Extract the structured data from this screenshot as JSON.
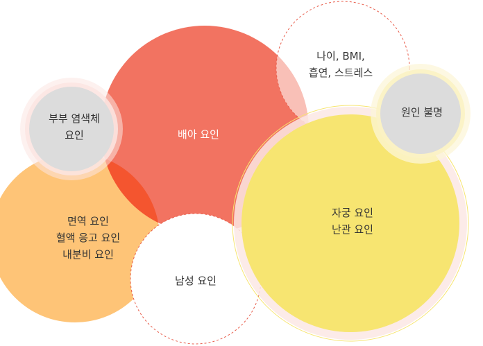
{
  "diagram": {
    "embryo": {
      "label": "배아 요인",
      "color": "#f27361"
    },
    "immune": {
      "lines": [
        "면역 요인",
        "혈액 응고 요인",
        "내분비 요인"
      ],
      "color": "#fec477"
    },
    "overlap_color": "#f4552f",
    "chromosome": {
      "lines": [
        "부부 염색체",
        "요인"
      ],
      "color": "#dcdcdc"
    },
    "lifestyle": {
      "lines": [
        "나이, BMI,",
        "흡연, 스트레스"
      ],
      "color": "#e85c4a"
    },
    "male": {
      "label": "남성 요인",
      "color": "#e85c4a"
    },
    "uterus": {
      "lines": [
        "자궁 요인",
        "난관 요인"
      ],
      "color": "#f7e571"
    },
    "unknown": {
      "label": "원인 불명",
      "color": "#dcdcdc"
    }
  }
}
